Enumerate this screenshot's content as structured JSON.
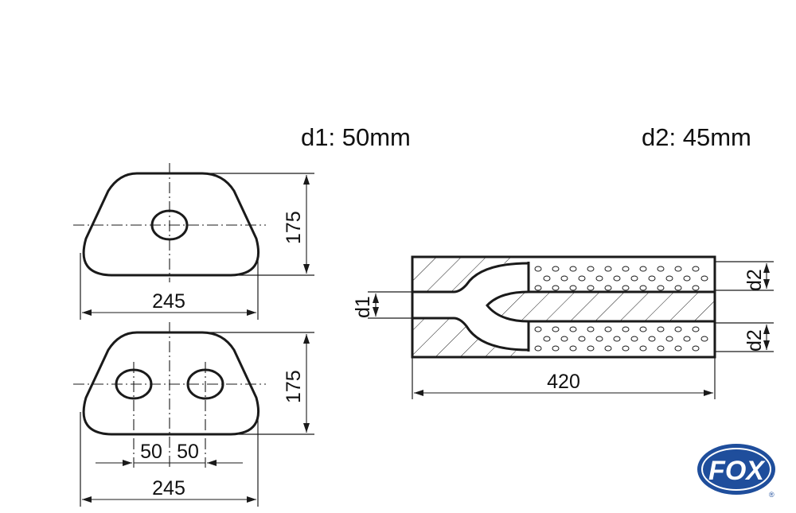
{
  "header": {
    "d1_label": "d1: 50mm",
    "d2_label": "d2: 45mm"
  },
  "front_view_single": {
    "width_label": "245",
    "height_label": "175"
  },
  "front_view_double": {
    "width_label": "245",
    "height_label": "175",
    "offset_left_label": "50",
    "offset_right_label": "50"
  },
  "side_view": {
    "length_label": "420",
    "inlet_label": "d1",
    "outlet_top_label": "d2",
    "outlet_bottom_label": "d2"
  },
  "logo": {
    "text": "FOX",
    "registered": "®",
    "color": "#1f4e9c"
  }
}
